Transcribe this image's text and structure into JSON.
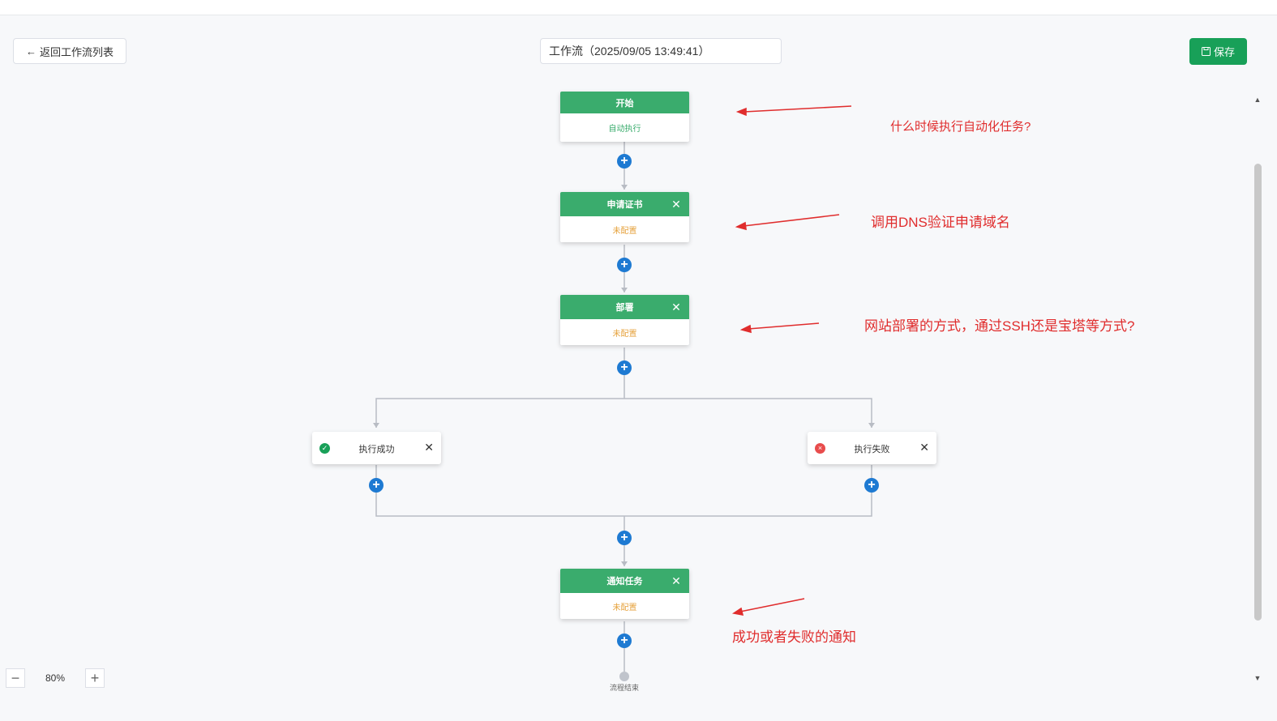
{
  "header": {
    "back_label": "返回工作流列表",
    "workflow_title": "工作流（2025/09/05 13:49:41）",
    "save_label": "保存"
  },
  "nodes": {
    "start": {
      "title": "开始",
      "status": "自动执行"
    },
    "apply_cert": {
      "title": "申请证书",
      "status": "未配置"
    },
    "deploy": {
      "title": "部署",
      "status": "未配置"
    },
    "success_branch": {
      "title": "执行成功"
    },
    "fail_branch": {
      "title": "执行失败"
    },
    "notify": {
      "title": "通知任务",
      "status": "未配置"
    },
    "end": {
      "label": "流程结束"
    }
  },
  "annotations": {
    "start_note": "什么时候执行自动化任务?",
    "cert_note": "调用DNS验证申请域名",
    "deploy_note": "网站部署的方式，通过SSH还是宝塔等方式?",
    "notify_note": "成功或者失败的通知"
  },
  "zoom": {
    "level": "80%"
  },
  "colors": {
    "node_header": "#3aac6d",
    "start_status": "#3aac6d",
    "unconfigured_status": "#e6a23c",
    "add_button": "#1e7ad2",
    "annotation": "#e02d2d",
    "save_button": "#18a058",
    "success_icon": "#18a058",
    "fail_icon": "#e84c4c"
  }
}
